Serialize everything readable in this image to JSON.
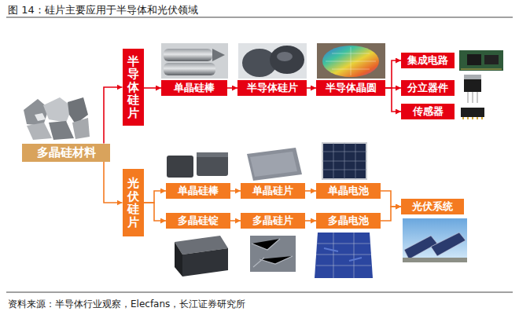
{
  "diagram": {
    "title": "图 14：硅片主要应用于半导体和光伏领域",
    "caption": "资料来源：半导体行业观察，Elecfans，长江证券研究所",
    "nodes": [
      {
        "text": [
          "多晶硅材料"
        ]
      },
      {
        "text": [
          "半导体硅片"
        ]
      },
      {
        "text": [
          "单晶硅棒"
        ]
      },
      {
        "text": [
          "半导体硅片"
        ]
      },
      {
        "text": [
          "半导体晶圆"
        ]
      },
      {
        "text": [
          "集成电路"
        ]
      },
      {
        "text": [
          "分立器件"
        ]
      },
      {
        "text": [
          "传感器"
        ]
      },
      {
        "text": [
          "光伏硅片"
        ]
      },
      {
        "text": [
          "单晶硅棒"
        ]
      },
      {
        "text": [
          "单晶硅片"
        ]
      },
      {
        "text": [
          "单晶电池"
        ]
      },
      {
        "text": [
          "多晶硅锭"
        ]
      },
      {
        "text": [
          "多晶硅片"
        ]
      },
      {
        "text": [
          "多晶电池"
        ]
      },
      {
        "text": [
          "光伏系统"
        ]
      }
    ],
    "edges": [
      {
        "from": 0,
        "to": 1,
        "arrow": "to"
      },
      {
        "from": 0,
        "to": 8,
        "arrow": "to"
      },
      {
        "from": 1,
        "to": 2,
        "arrow": "to"
      },
      {
        "from": 2,
        "to": 3,
        "arrow": "to"
      },
      {
        "from": 3,
        "to": 4,
        "arrow": "to"
      },
      {
        "from": 4,
        "to": 5,
        "arrow": "to"
      },
      {
        "from": 4,
        "to": 6,
        "arrow": "to"
      },
      {
        "from": 4,
        "to": 7,
        "arrow": "to"
      },
      {
        "from": 8,
        "to": 9,
        "arrow": "to"
      },
      {
        "from": 8,
        "to": 12,
        "arrow": "to"
      },
      {
        "from": 9,
        "to": 10,
        "arrow": "to"
      },
      {
        "from": 10,
        "to": 11,
        "arrow": "to"
      },
      {
        "from": 12,
        "to": 13,
        "arrow": "to"
      },
      {
        "from": 13,
        "to": 14,
        "arrow": "to"
      },
      {
        "from": 11,
        "to": 15,
        "arrow": "to"
      },
      {
        "from": 14,
        "to": 15,
        "arrow": "to"
      }
    ]
  }
}
